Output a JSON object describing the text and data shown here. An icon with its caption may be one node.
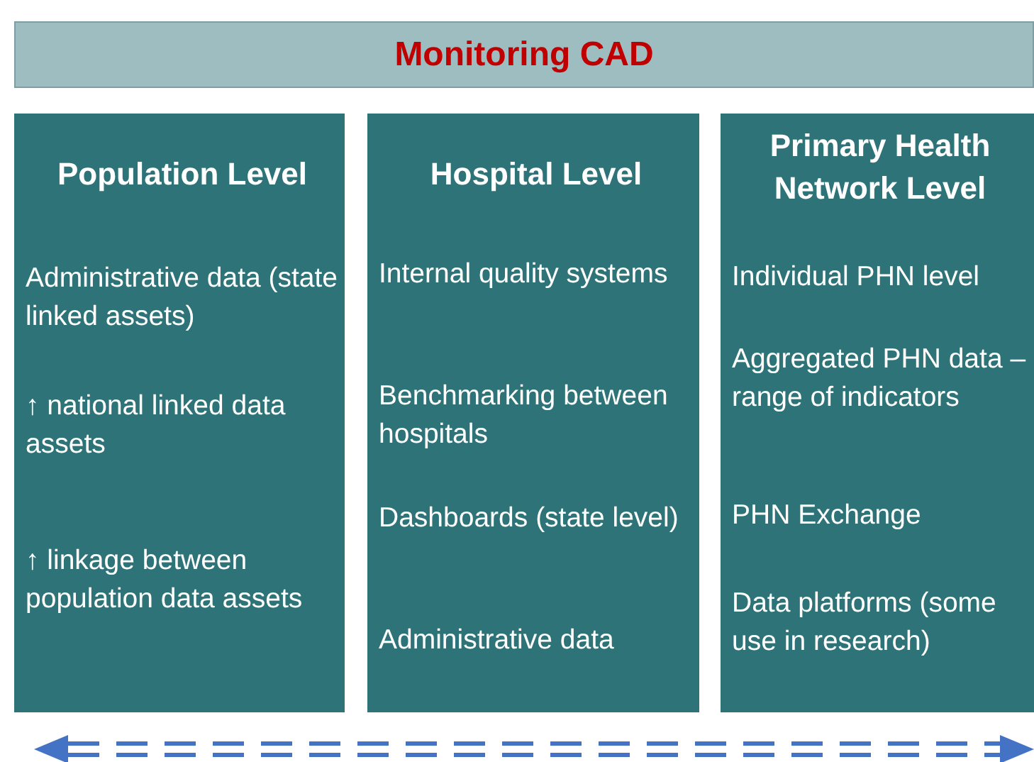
{
  "diagram": {
    "nodes": [
      {
        "text": [
          "Monitoring CAD"
        ]
      },
      {
        "text": [
          "Population Level",
          "Administrative data (state linked assets)",
          "↑ national linked data assets",
          "↑ linkage between population data assets"
        ]
      },
      {
        "text": [
          "Hospital Level",
          "Internal quality systems",
          "Benchmarking between hospitals",
          "Dashboards (state level)",
          "Administrative data"
        ]
      },
      {
        "text": [
          "Primary Health Network Level",
          "Individual PHN level",
          "Aggregated PHN data – range of indicators",
          "PHN Exchange",
          "Data platforms (some use in research)"
        ]
      }
    ]
  }
}
